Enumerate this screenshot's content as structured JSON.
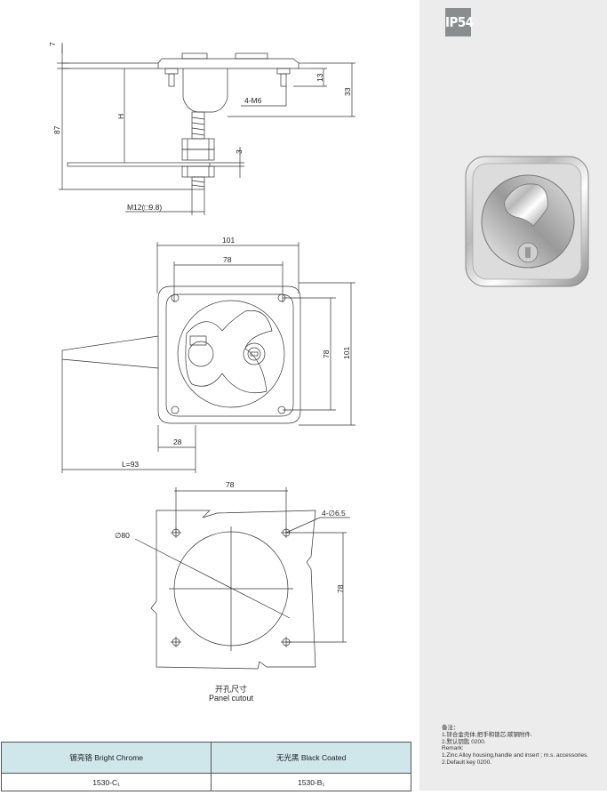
{
  "rating_badge": "IP54",
  "side_view": {
    "dims": {
      "top_thickness": "7",
      "nut_height": "13",
      "body_height": "33",
      "stud": "4-M6",
      "height_var": "H",
      "total_height": "87",
      "plate_thickness": "3",
      "thread": "M12(□9.8)"
    }
  },
  "front_view": {
    "dims": {
      "width": "101",
      "hole_spacing_x": "78",
      "hole_spacing_y": "78",
      "height": "101",
      "offset": "28",
      "handle_length": "L=93"
    }
  },
  "cutout_view": {
    "dims": {
      "hole_spacing_x": "78",
      "holes": "4-∅6.5",
      "diameter": "∅80",
      "hole_spacing_y": "78"
    },
    "caption_cn": "开孔尺寸",
    "caption_en": "Panel cutout"
  },
  "remarks": {
    "heading_cn": "备注：",
    "line1_cn": "1.锌合金壳体,把手和锁芯;碳钢附件.",
    "line2_cn": "2.默认钥匙 0200.",
    "heading_en": "Remark:",
    "line1_en": "1.Zinc Alloy housing,handle and insert ; m.s. accessories.",
    "line2_en": "2.Default key 0200."
  },
  "variants": {
    "headers": [
      "镀亮铬 Bright Chrome",
      "无光黑 Black Coated"
    ],
    "codes": [
      "1530-C₁",
      "1530-B₁"
    ]
  }
}
